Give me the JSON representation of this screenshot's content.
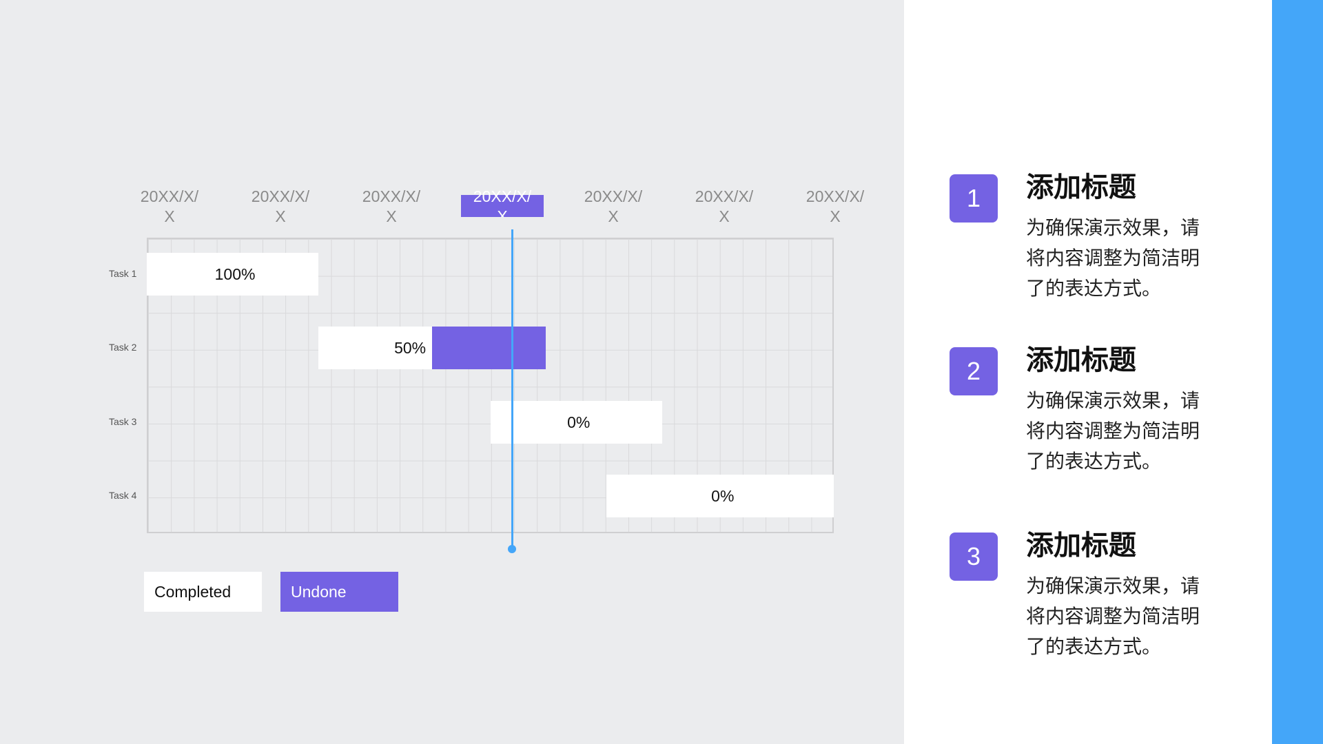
{
  "colors": {
    "background_left": "#ebecee",
    "accent_purple": "#7462e3",
    "accent_blue": "#44a6f9",
    "completed": "#ffffff"
  },
  "chart_data": {
    "type": "gantt",
    "x_ticks": [
      "20XX/X/X",
      "20XX/X/X",
      "20XX/X/X",
      "20XX/X/X",
      "20XX/X/X",
      "20XX/X/X",
      "20XX/X/X"
    ],
    "x_ticks_display": [
      "20XX/X/\nX",
      "20XX/X/\nX",
      "20XX/X/\nX",
      "20XX/X/\nX",
      "20XX/X/\nX",
      "20XX/X/\nX",
      "20XX/X/\nX"
    ],
    "highlighted_tick_index": 3,
    "tasks": [
      {
        "name": "Task 1",
        "label": "100%",
        "completed_pct": 100,
        "start": 0,
        "end": 1.55
      },
      {
        "name": "Task 2",
        "label": "50%",
        "completed_pct": 50,
        "start": 1.55,
        "end": 3.6
      },
      {
        "name": "Task 3",
        "label": "0%",
        "completed_pct": 0,
        "start": 3.1,
        "end": 4.65
      },
      {
        "name": "Task 4",
        "label": "0%",
        "completed_pct": 0,
        "start": 4.15,
        "end": 6.2
      }
    ],
    "today_marker": 3.27,
    "legend": [
      {
        "label": "Completed",
        "color": "#ffffff"
      },
      {
        "label": "Undone",
        "color": "#7462e3"
      }
    ],
    "grid": true
  },
  "items": [
    {
      "number": "1",
      "title": "添加标题",
      "desc": "为确保演示效果，请将内容调整为简洁明了的表达方式。"
    },
    {
      "number": "2",
      "title": "添加标题",
      "desc": "为确保演示效果，请将内容调整为简洁明了的表达方式。"
    },
    {
      "number": "3",
      "title": "添加标题",
      "desc": "为确保演示效果，请将内容调整为简洁明了的表达方式。"
    }
  ]
}
